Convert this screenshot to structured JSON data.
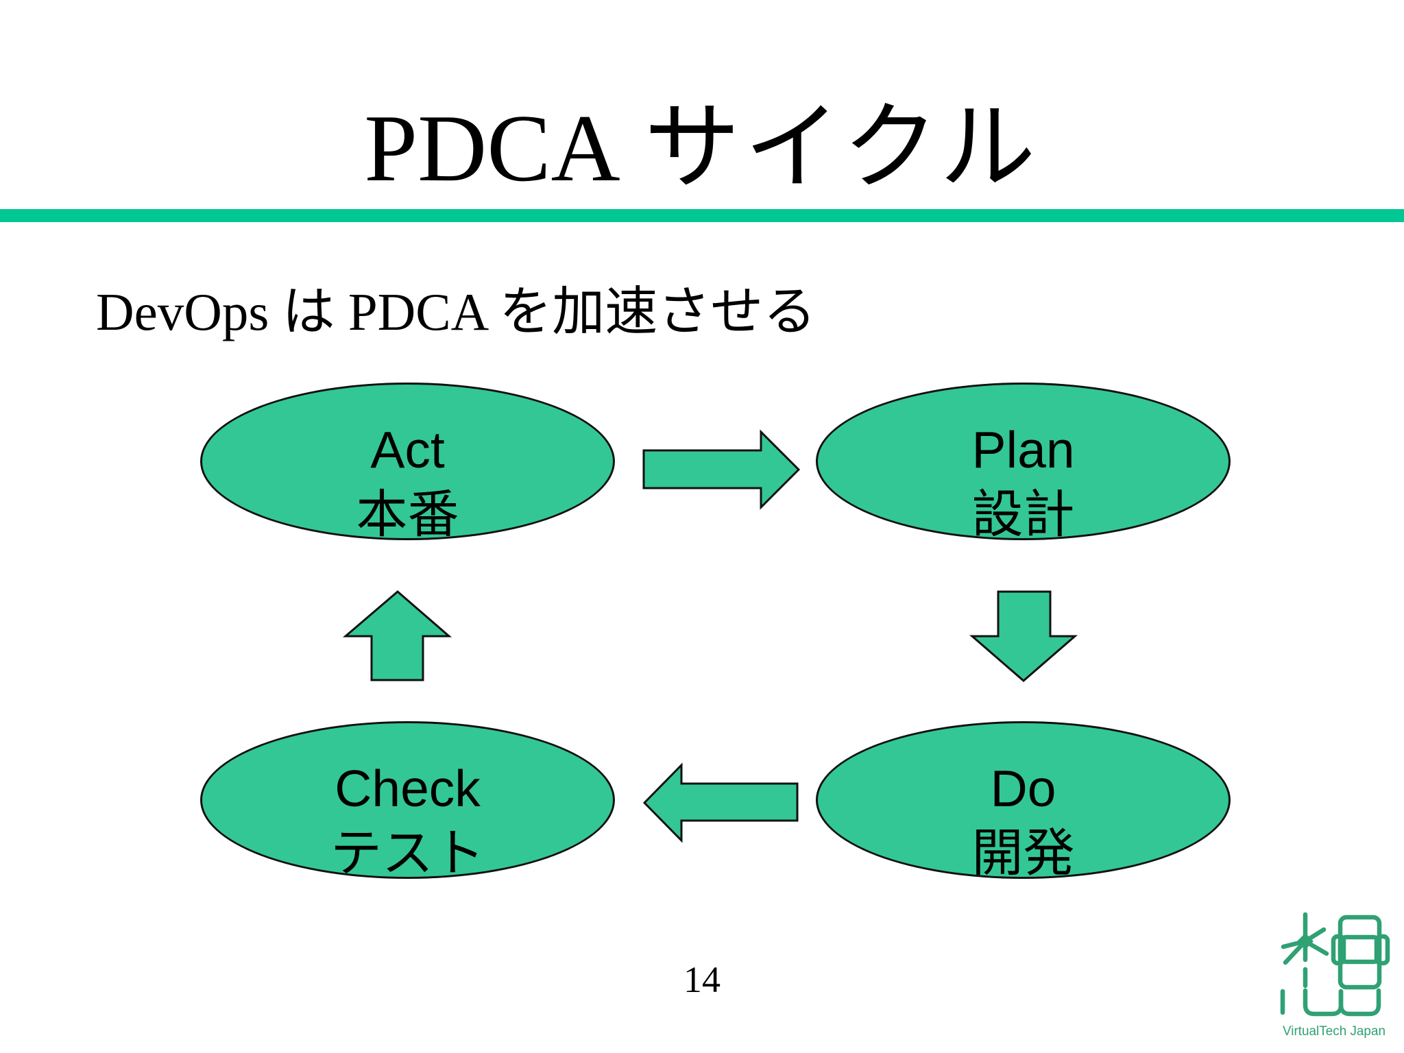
{
  "slide": {
    "title": {
      "latin": "PDCA",
      "jp": "サイクル",
      "full": "PDCA サイクル"
    },
    "subtitle": "DevOps は PDCA を加速させる",
    "page_number": "14"
  },
  "diagram": {
    "type": "cycle",
    "nodes": [
      {
        "id": "act",
        "label_en": "Act",
        "label_jp": "本番"
      },
      {
        "id": "plan",
        "label_en": "Plan",
        "label_jp": "設計"
      },
      {
        "id": "do",
        "label_en": "Do",
        "label_jp": "開発"
      },
      {
        "id": "check",
        "label_en": "Check",
        "label_jp": "テスト"
      }
    ],
    "arrows": [
      {
        "from": "Act",
        "to": "Plan",
        "direction": "right"
      },
      {
        "from": "Plan",
        "to": "Do",
        "direction": "down"
      },
      {
        "from": "Do",
        "to": "Check",
        "direction": "left"
      },
      {
        "from": "Check",
        "to": "Act",
        "direction": "up"
      }
    ]
  },
  "logo": {
    "text": "VirtualTech Japan"
  },
  "colors": {
    "shape_green": "#33C795",
    "rule_green": "#00C794",
    "logo_green": "#2FA173",
    "outline": "#111111"
  }
}
